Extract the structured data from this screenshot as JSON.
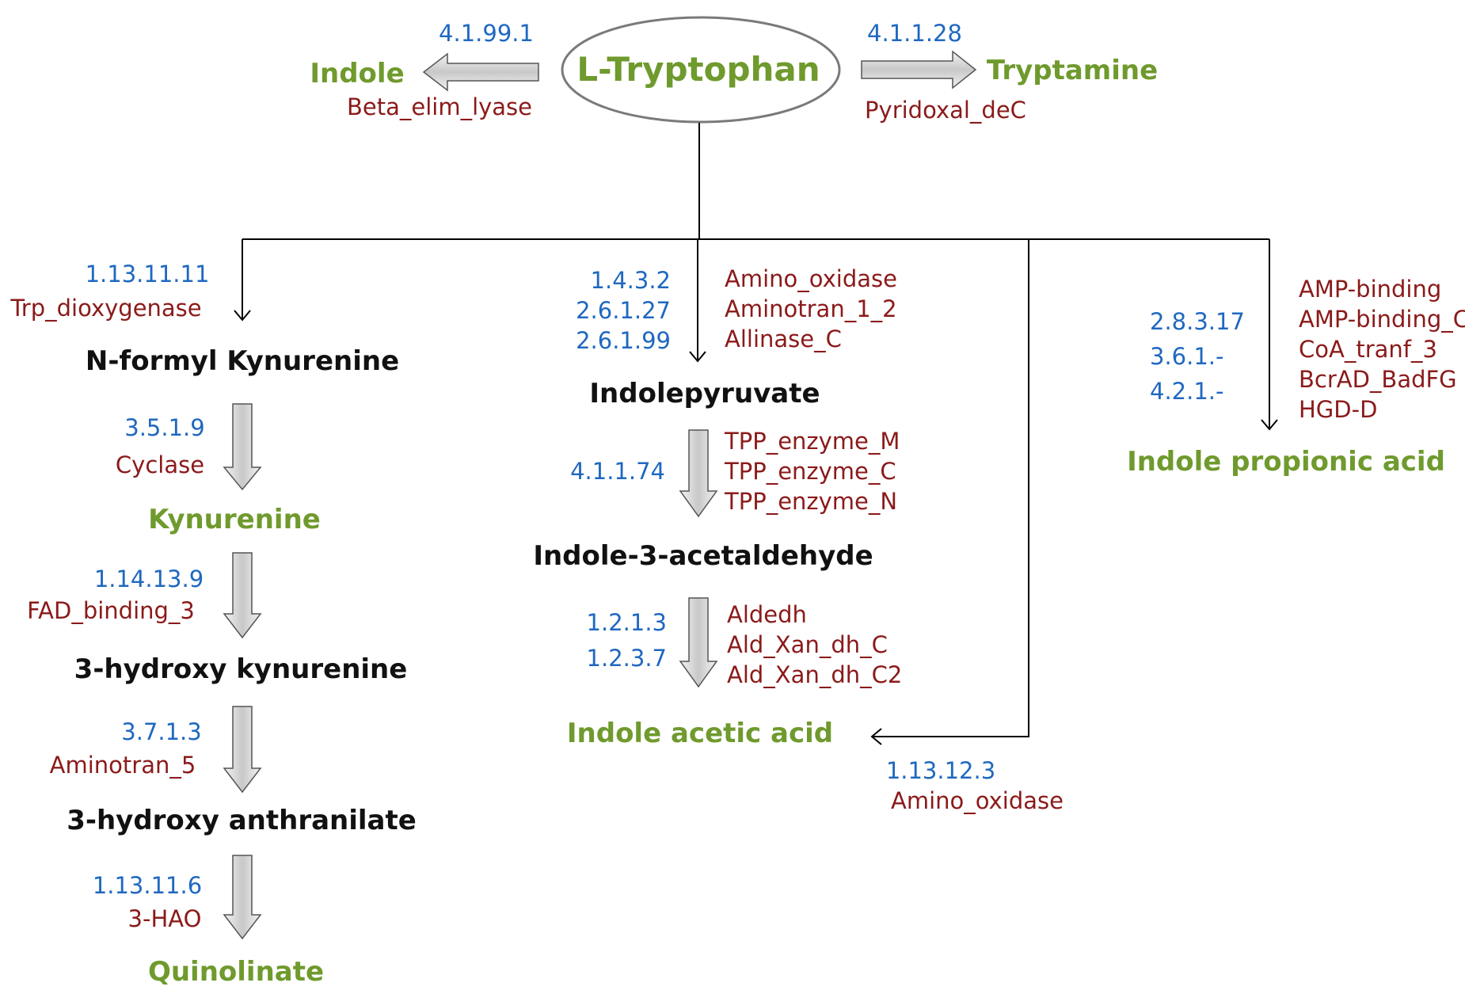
{
  "root": "L-Tryptophan",
  "top_left": {
    "product": "Indole",
    "ec": "4.1.99.1",
    "pfam": "Beta_elim_lyase"
  },
  "top_right": {
    "product": "Tryptamine",
    "ec": "4.1.1.28",
    "pfam": "Pyridoxal_deC"
  },
  "kynurenine": {
    "step1": {
      "ec": "1.13.11.11",
      "pfam": "Trp_dioxygenase"
    },
    "compound1": "N-formyl Kynurenine",
    "step2": {
      "ec": "3.5.1.9",
      "pfam": "Cyclase"
    },
    "compound2": "Kynurenine",
    "step3": {
      "ec": "1.14.13.9",
      "pfam": "FAD_binding_3"
    },
    "compound3": "3-hydroxy kynurenine",
    "step4": {
      "ec": "3.7.1.3",
      "pfam": "Aminotran_5"
    },
    "compound4": "3-hydroxy anthranilate",
    "step5": {
      "ec": "1.13.11.6",
      "pfam": "3-HAO"
    },
    "compound5": "Quinolinate"
  },
  "ipa": {
    "step1": {
      "ec": [
        "1.4.3.2",
        "2.6.1.27",
        "2.6.1.99"
      ],
      "pfam": [
        "Amino_oxidase",
        "Aminotran_1_2",
        "Allinase_C"
      ]
    },
    "compound1": "Indolepyruvate",
    "step2": {
      "ec": [
        "4.1.1.74"
      ],
      "pfam": [
        "TPP_enzyme_M",
        "TPP_enzyme_C",
        "TPP_enzyme_N"
      ]
    },
    "compound2": "Indole-3-acetaldehyde",
    "step3": {
      "ec": [
        "1.2.1.3",
        "1.2.3.7"
      ],
      "pfam": [
        "Aldedh",
        "Ald_Xan_dh_C",
        "Ald_Xan_dh_C2"
      ]
    },
    "compound3": "Indole acetic acid"
  },
  "iam_branch": {
    "ec": "1.13.12.3",
    "pfam": "Amino_oxidase"
  },
  "propionic": {
    "ec": [
      "2.8.3.17",
      "3.6.1.-",
      "4.2.1.-"
    ],
    "pfam": [
      "AMP-binding",
      "AMP-binding_C",
      "CoA_tranf_3",
      "BcrAD_BadFG",
      "HGD-D"
    ],
    "product": "Indole propionic acid"
  },
  "colors": {
    "ec": "#1f68c0",
    "pfam": "#8b1a1a",
    "product": "#6f9a2d",
    "compound": "#111111"
  }
}
